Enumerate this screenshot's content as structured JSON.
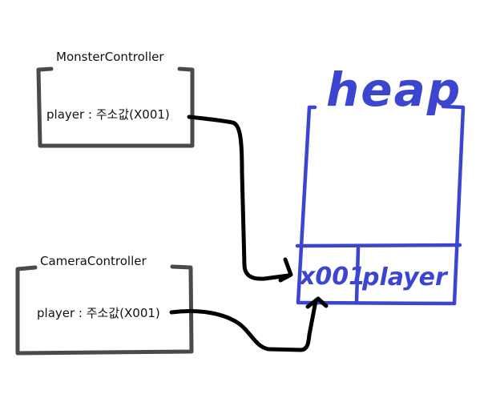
{
  "monster_box": {
    "title": "MonsterController",
    "field": "player : 주소값(X001)"
  },
  "camera_box": {
    "title": "CameraController",
    "field": "player : 주소값(X001)"
  },
  "heap": {
    "title": "heap",
    "cells": [
      "x001",
      "player"
    ]
  },
  "colors": {
    "box_stroke": "#4a4a4a",
    "heap_stroke": "#3b45d0",
    "arrow": "#000000",
    "text": "#111111"
  }
}
